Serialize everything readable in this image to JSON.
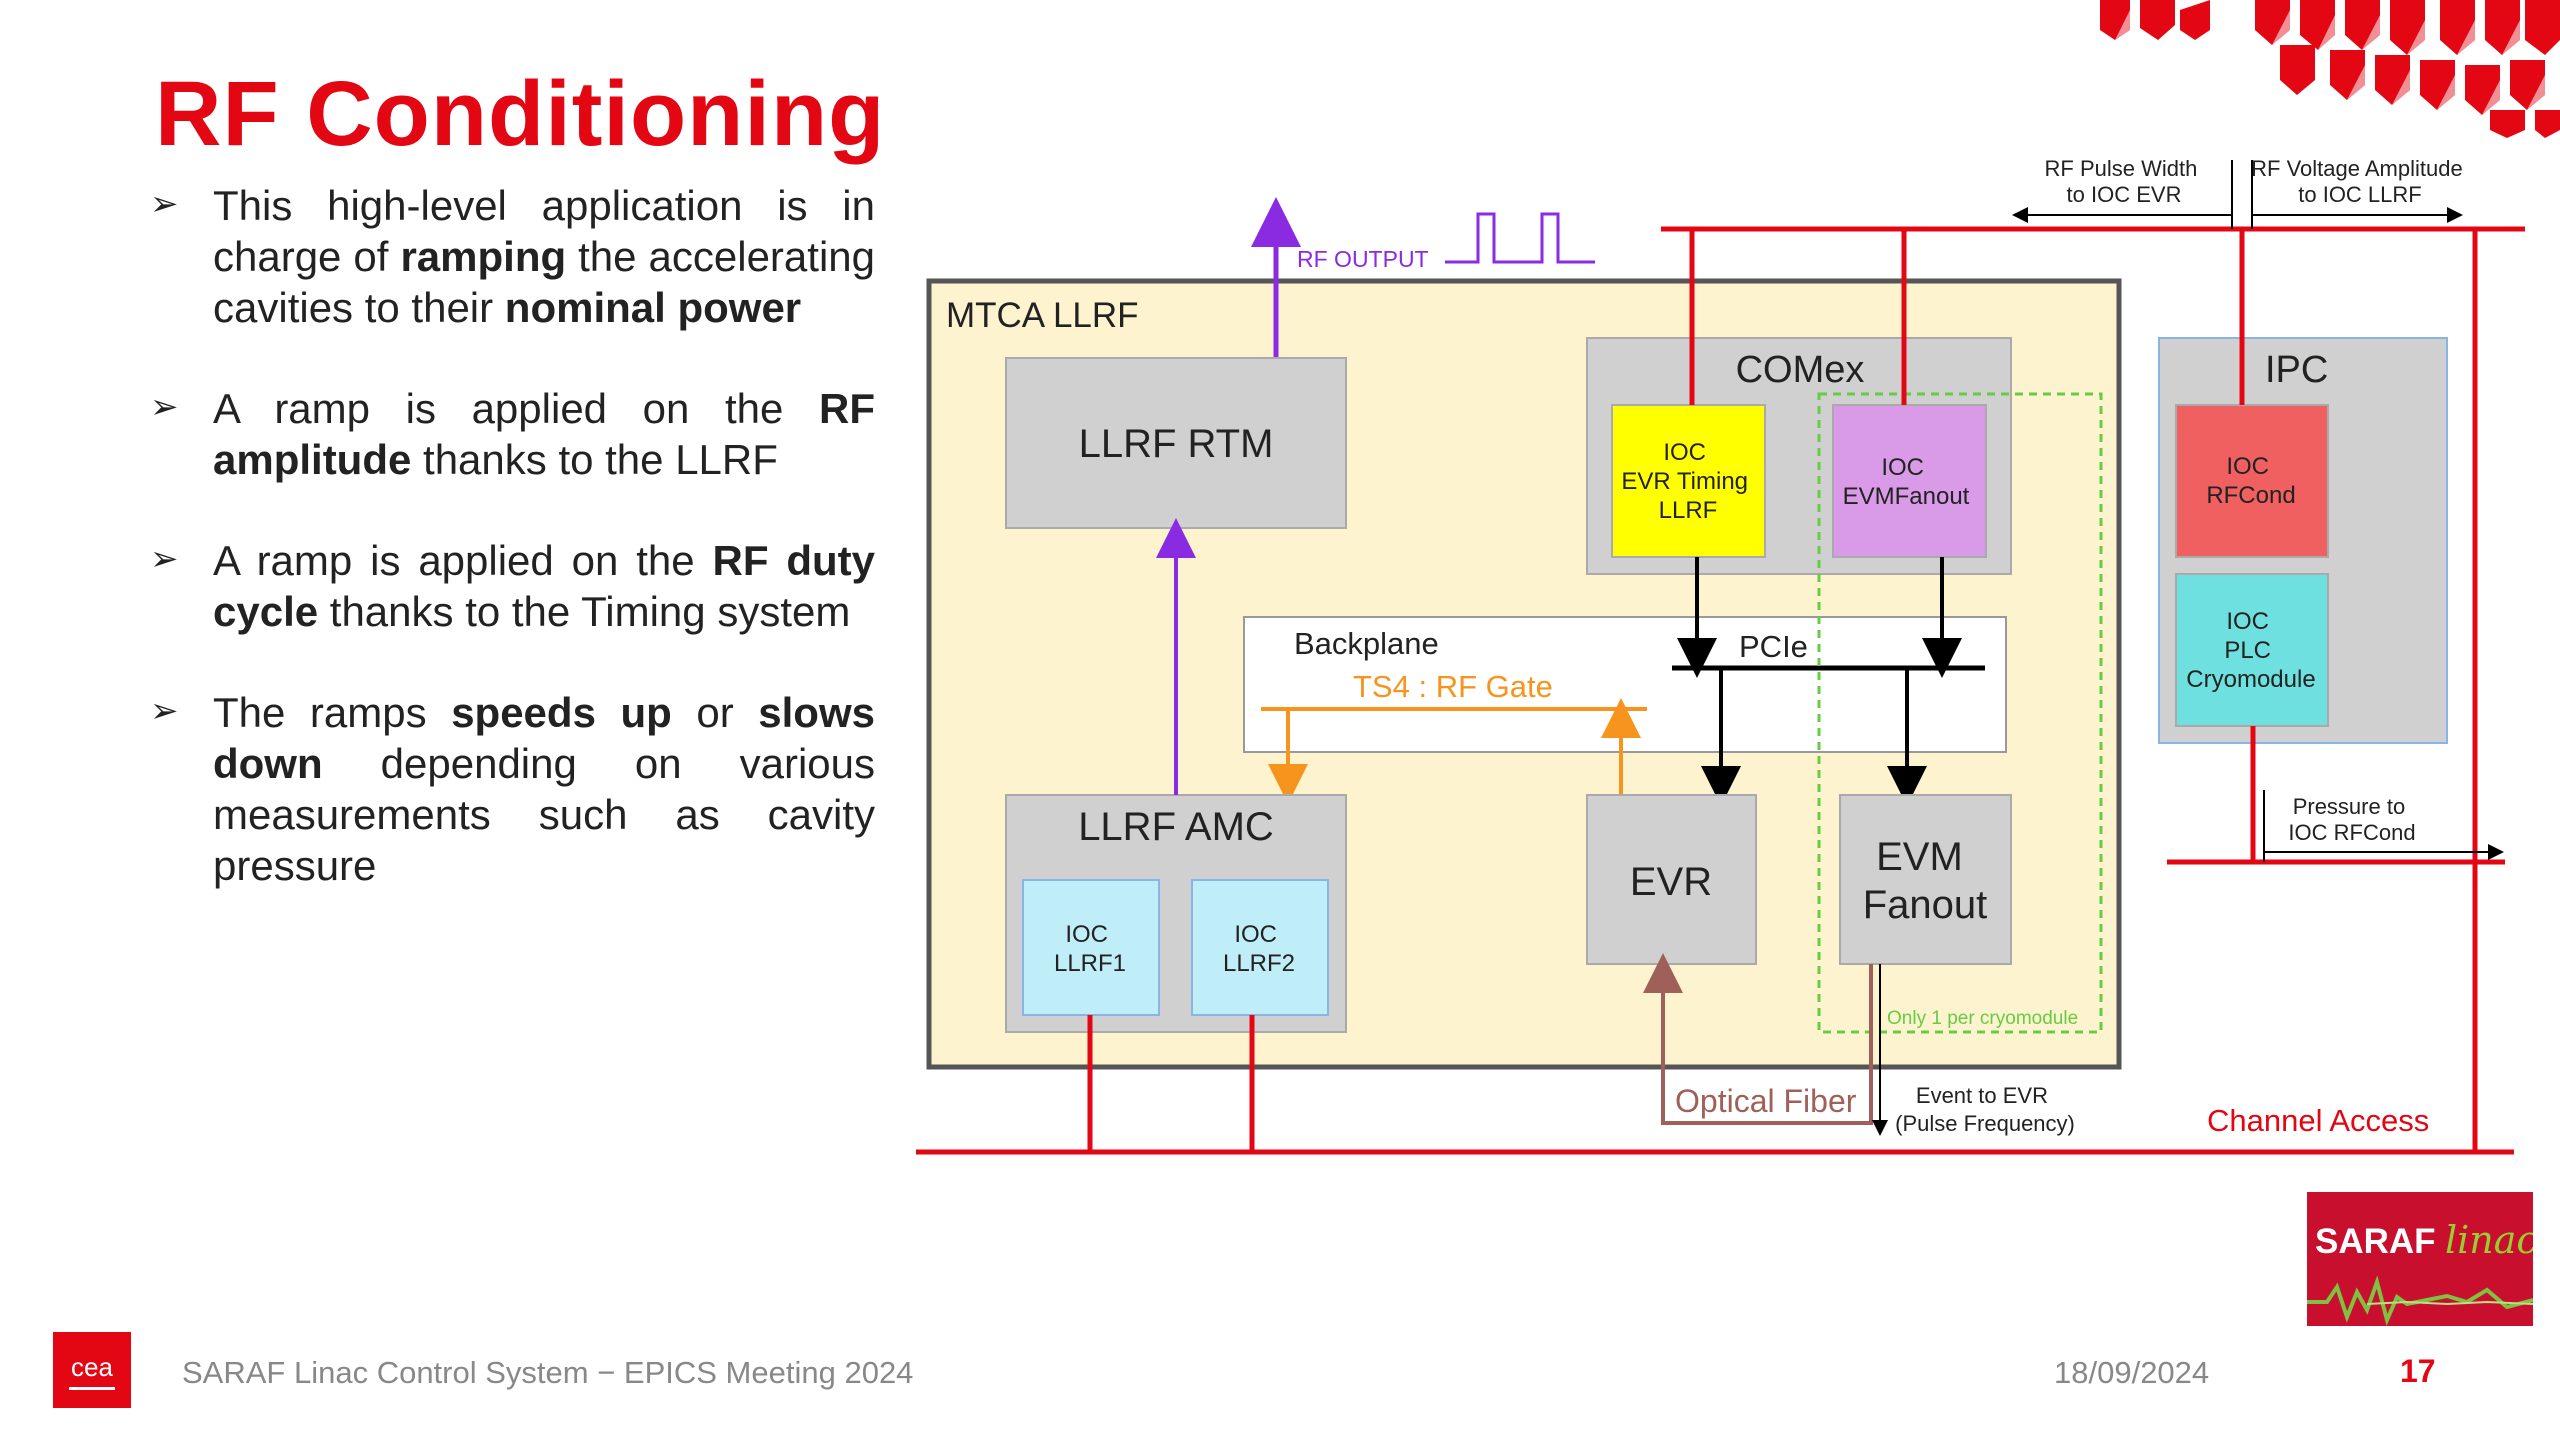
{
  "slide": {
    "title": "RF Conditioning",
    "bullets": [
      {
        "parts": [
          {
            "t": "This high-level application is in charge of "
          },
          {
            "t": "ramping",
            "b": true
          },
          {
            "t": " the accelerating cavities to their "
          },
          {
            "t": "nominal power",
            "b": true
          }
        ]
      },
      {
        "parts": [
          {
            "t": "A ramp is applied on the "
          },
          {
            "t": "RF amplitude",
            "b": true
          },
          {
            "t": " thanks to the LLRF"
          }
        ]
      },
      {
        "parts": [
          {
            "t": "A ramp is applied on the "
          },
          {
            "t": "RF duty cycle",
            "b": true
          },
          {
            "t": " thanks to the Timing system"
          }
        ]
      },
      {
        "parts": [
          {
            "t": "The ramps "
          },
          {
            "t": "speeds up",
            "b": true
          },
          {
            "t": " or "
          },
          {
            "t": "slows down",
            "b": true
          },
          {
            "t": " depending on various measurements such as cavity pressure"
          }
        ]
      }
    ]
  },
  "diagram": {
    "rf_output": "RF OUTPUT",
    "mtca_llrf": "MTCA LLRF",
    "llrf_rtm": "LLRF RTM",
    "comex": "COMex",
    "ioc_evr_timing": [
      "IOC",
      "EVR Timing",
      "LLRF"
    ],
    "ioc_evmfanout": [
      "IOC",
      "EVMFanout"
    ],
    "ipc": "IPC",
    "ioc_rfcond": [
      "IOC",
      "RFCond"
    ],
    "ioc_plc": [
      "IOC",
      "PLC",
      "Cryomodule"
    ],
    "backplane": "Backplane",
    "pcie": "PCIe",
    "ts4_gate": "TS4 : RF Gate",
    "llrf_amc": "LLRF AMC",
    "ioc_llrf1": [
      "IOC",
      "LLRF1"
    ],
    "ioc_llrf2": [
      "IOC",
      "LLRF2"
    ],
    "evr": "EVR",
    "evm_fanout": [
      "EVM",
      "Fanout"
    ],
    "only_one": "Only 1 per cryomodule",
    "optical_fiber": "Optical Fiber",
    "event_to_evr": [
      "Event to EVR",
      "(Pulse Frequency)"
    ],
    "channel_access": "Channel Access",
    "rf_pulse_width": [
      "RF Pulse Width",
      "to IOC EVR"
    ],
    "rf_voltage_amplitude": [
      "RF Voltage Amplitude",
      "to IOC LLRF"
    ],
    "pressure_to": [
      "Pressure to",
      "IOC RFCond"
    ]
  },
  "footer": {
    "cea_logo": "cea",
    "meeting": "SARAF Linac Control System − EPICS Meeting 2024",
    "date": "18/09/2024",
    "page": "17",
    "saraf_logo": "SARAF",
    "saraf_linac": "linac"
  },
  "colors": {
    "red": "#e30613",
    "purple": "#8a2be2",
    "orange": "#f7941d",
    "fiber": "#a0605a",
    "green_dashed": "#66cc44",
    "ioc_yellow": "#ffff00",
    "ioc_violet": "#d99be8",
    "ioc_red": "#f06060",
    "ioc_cyan": "#6ee0e0",
    "ioc_lightblue": "#bfeef8",
    "mtca_bg": "#fdf3cf",
    "module_grey": "#d0d0d0"
  }
}
